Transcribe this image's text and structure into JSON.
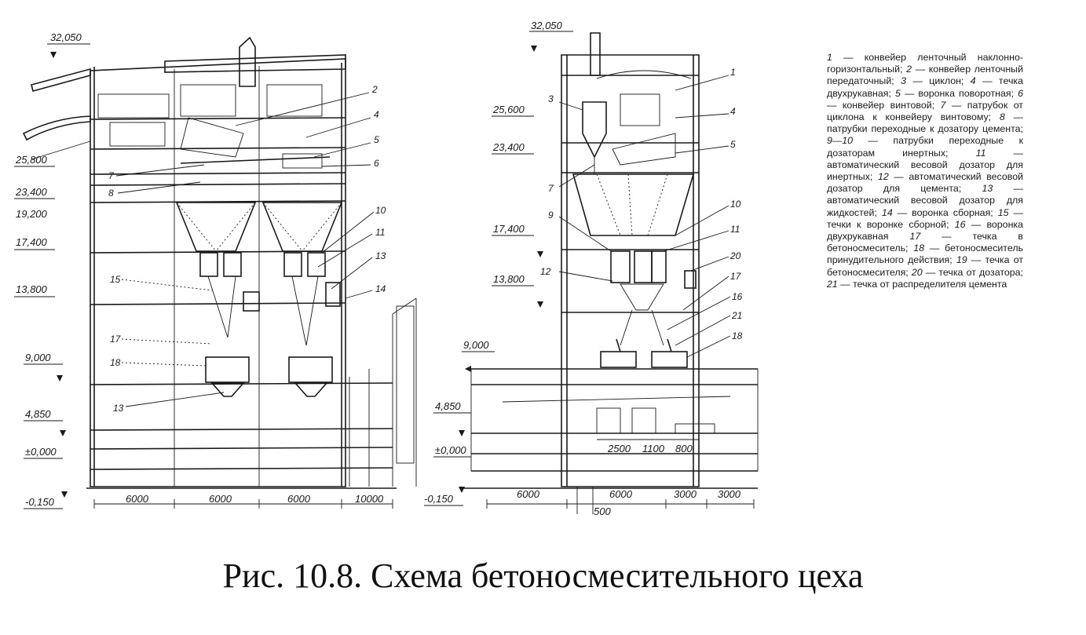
{
  "elevations_left": [
    "32,050",
    "25,800",
    "23,400",
    "19,200",
    "17,400",
    "13,800",
    "9,000",
    "4,850",
    "±0,000",
    "-0,150"
  ],
  "elevations_right": [
    "32,050",
    "25,600",
    "23,400",
    "17,400",
    "13,800",
    "9,000",
    "4,850",
    "±0,000",
    "-0,150"
  ],
  "dims_left": [
    "6000",
    "6000",
    "6000",
    "10000"
  ],
  "dims_right_bottom": [
    "6000",
    "6000",
    "3000",
    "3000"
  ],
  "dims_right_inner": [
    "2500",
    "1100",
    "800"
  ],
  "dim_right_extra": "500",
  "callouts_left": [
    "2",
    "4",
    "5",
    "6",
    "7",
    "8",
    "10",
    "11",
    "13",
    "14",
    "15",
    "17",
    "18",
    "13"
  ],
  "callouts_right": [
    "1",
    "3",
    "4",
    "5",
    "7",
    "9",
    "10",
    "11",
    "12",
    "20",
    "17",
    "16",
    "21",
    "18"
  ],
  "legend": [
    {
      "n": "1",
      "text": "конвейер ленточный наклонно-горизонтальный; "
    },
    {
      "n": "2",
      "text": "конвейер ленточный передаточный; "
    },
    {
      "n": "3",
      "text": "циклон; "
    },
    {
      "n": "4",
      "text": "течка двухрукавная; "
    },
    {
      "n": "5",
      "text": "воронка поворотная; "
    },
    {
      "n": "6",
      "text": "конвейер винтовой; "
    },
    {
      "n": "7",
      "text": "патрубок от циклона к конвейеру винтовому; "
    },
    {
      "n": "8",
      "text": "патрубки переходные к дозатору цемента; "
    },
    {
      "n": "9—10",
      "text": "патрубки переходные к дозаторам инертных; "
    },
    {
      "n": "11",
      "text": "автоматический весовой дозатор для инертных; "
    },
    {
      "n": "12",
      "text": "автоматический весовой дозатор для цемента; "
    },
    {
      "n": "13",
      "text": "автоматический весовой дозатор для жидкостей; "
    },
    {
      "n": "14",
      "text": "воронка сборная; "
    },
    {
      "n": "15",
      "text": "течки к воронке сборной; "
    },
    {
      "n": "16",
      "text": "воронка двухрукавная "
    },
    {
      "n": "17",
      "text": "течка в бетоносмеситель; "
    },
    {
      "n": "18",
      "text": "бетоносмеситель принудительного действия; "
    },
    {
      "n": "19",
      "text": "течка от бетоносмесителя; "
    },
    {
      "n": "20",
      "text": "течка от дозатора; "
    },
    {
      "n": "21",
      "text": "течка от распределителя цемента"
    }
  ],
  "caption": "Рис. 10.8. Схема бетоносмесительного цеха"
}
